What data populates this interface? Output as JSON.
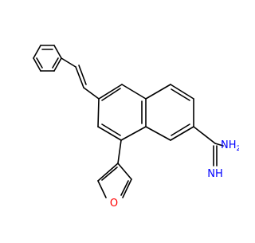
{
  "molecule": {
    "atoms": {
      "oxygen": "O",
      "amidine_nh": "NH",
      "amidine_nh2_n": "N",
      "amidine_nh2_h": "H",
      "amidine_nh2_sub": "2"
    },
    "colors": {
      "bond": "#000000",
      "oxygen": "#ff0000",
      "nitrogen": "#0000ff",
      "background": "#ffffff"
    }
  }
}
